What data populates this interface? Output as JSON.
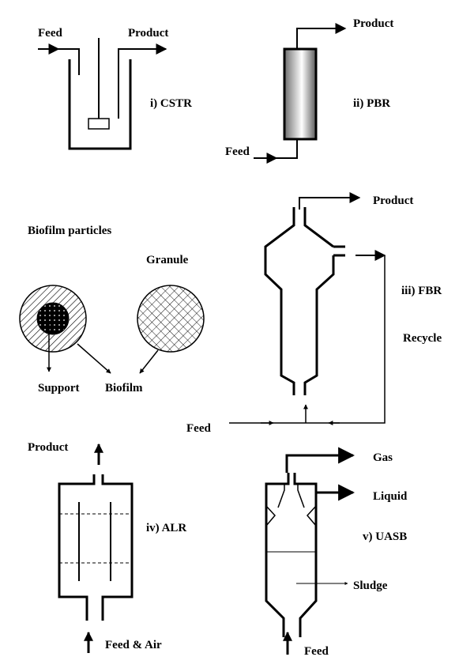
{
  "reactors": {
    "cstr": {
      "title": "i) CSTR",
      "feed": "Feed",
      "product": "Product"
    },
    "pbr": {
      "title": "ii) PBR",
      "feed": "Feed",
      "product": "Product"
    },
    "fbr": {
      "title": "iii) FBR",
      "feed": "Feed",
      "product": "Product",
      "recycle": "Recycle"
    },
    "alr": {
      "title": "iv) ALR",
      "feed": "Feed & Air",
      "product": "Product"
    },
    "uasb": {
      "title": "v) UASB",
      "feed": "Feed",
      "gas": "Gas",
      "liquid": "Liquid",
      "sludge": "Sludge"
    }
  },
  "biofilm": {
    "heading": "Biofilm particles",
    "granule": "Granule",
    "support": "Support",
    "biofilm": "Biofilm"
  }
}
